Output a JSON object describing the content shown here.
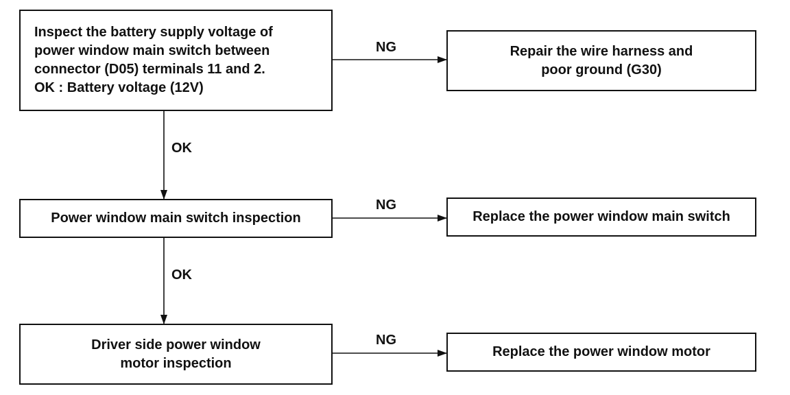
{
  "boxes": {
    "step1": "Inspect the battery supply voltage of\npower window main switch between\nconnector (D05) terminals 11 and 2.\nOK : Battery voltage (12V)",
    "step1_ng": "Repair the wire harness and\npoor ground (G30)",
    "step2": "Power window main switch inspection",
    "step2_ng": "Replace the power window main switch",
    "step3": "Driver side power window\nmotor  inspection",
    "step3_ng": "Replace the power window motor"
  },
  "labels": {
    "ng1": "NG",
    "ok1": "OK",
    "ng2": "NG",
    "ok2": "OK",
    "ng3": "NG"
  },
  "colors": {
    "line": "#111111",
    "background": "#ffffff"
  }
}
